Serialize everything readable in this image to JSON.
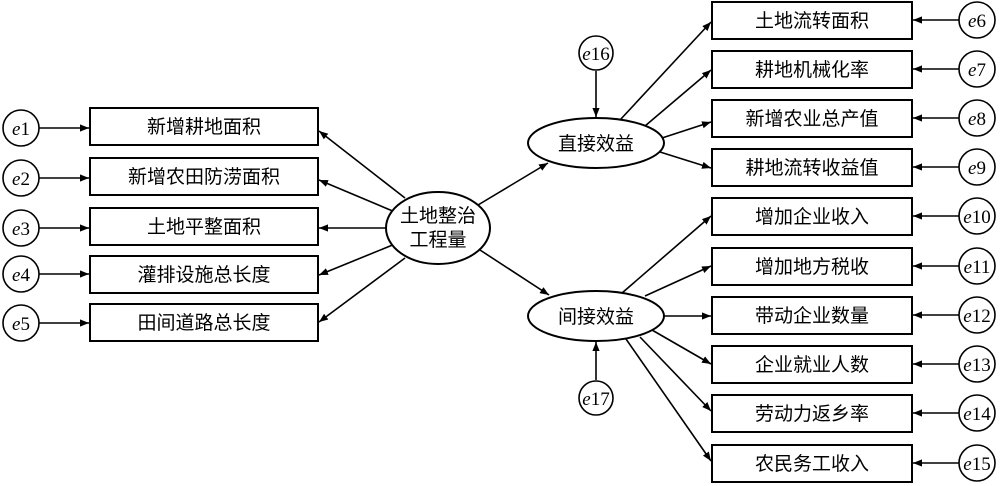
{
  "center": {
    "line1": "土地整治",
    "line2": "工程量"
  },
  "direct": "直接效益",
  "indirect": "间接效益",
  "left_boxes": [
    "新增耕地面积",
    "新增农田防涝面积",
    "土地平整面积",
    "灌排设施总长度",
    "田间道路总长度"
  ],
  "left_errors": [
    {
      "letter": "e",
      "num": "1"
    },
    {
      "letter": "e",
      "num": "2"
    },
    {
      "letter": "e",
      "num": "3"
    },
    {
      "letter": "e",
      "num": "4"
    },
    {
      "letter": "e",
      "num": "5"
    }
  ],
  "direct_boxes": [
    "土地流转面积",
    "耕地机械化率",
    "新增农业总产值",
    "耕地流转收益值"
  ],
  "direct_errors": [
    {
      "letter": "e",
      "num": "6"
    },
    {
      "letter": "e",
      "num": "7"
    },
    {
      "letter": "e",
      "num": "8"
    },
    {
      "letter": "e",
      "num": "9"
    }
  ],
  "indirect_boxes": [
    "增加企业收入",
    "增加地方税收",
    "带动企业数量",
    "企业就业人数",
    "劳动力返乡率",
    "农民务工收入"
  ],
  "indirect_errors": [
    {
      "letter": "e",
      "num": "10"
    },
    {
      "letter": "e",
      "num": "11"
    },
    {
      "letter": "e",
      "num": "12"
    },
    {
      "letter": "e",
      "num": "13"
    },
    {
      "letter": "e",
      "num": "14"
    },
    {
      "letter": "e",
      "num": "15"
    }
  ],
  "e16": {
    "letter": "e",
    "num": "16"
  },
  "e17": {
    "letter": "e",
    "num": "17"
  }
}
